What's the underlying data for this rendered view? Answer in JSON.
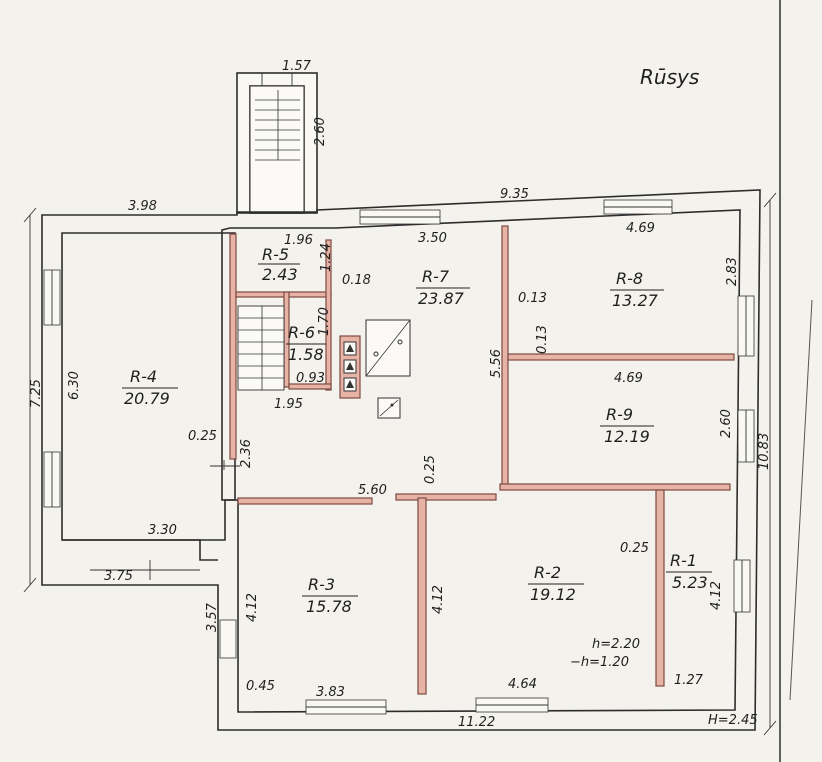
{
  "plan": {
    "title": "Rūsys",
    "height_note": "H=2.45",
    "room_heights": [
      "h=2.20",
      "−h=1.20"
    ],
    "rooms": [
      {
        "id": "R-1",
        "name": "R-1",
        "area": "5.23"
      },
      {
        "id": "R-2",
        "name": "R-2",
        "area": "19.12"
      },
      {
        "id": "R-3",
        "name": "R-3",
        "area": "15.78"
      },
      {
        "id": "R-4",
        "name": "R-4",
        "area": "20.79"
      },
      {
        "id": "R-5",
        "name": "R-5",
        "area": "2.43"
      },
      {
        "id": "R-6",
        "name": "R-6",
        "area": "1.58"
      },
      {
        "id": "R-7",
        "name": "R-7",
        "area": "23.87"
      },
      {
        "id": "R-8",
        "name": "R-8",
        "area": "13.27"
      },
      {
        "id": "R-9",
        "name": "R-9",
        "area": "12.19"
      }
    ],
    "dimensions": {
      "stair_width": "1.57",
      "stair_length": "2.60",
      "left_top": "3.98",
      "top_total": "9.35",
      "r5_width": "1.96",
      "r7_top": "3.50",
      "r8_top": "4.69",
      "r8_right": "2.83",
      "r5_height": "1.24",
      "wall_018": "0.18",
      "r6_height": "1.70",
      "wall_013a": "0.13",
      "wall_013b": "0.13",
      "r7_height": "5.56",
      "r6_width": "0.93",
      "r4_outer": "7.25",
      "r4_inner": "6.30",
      "r9_top": "4.69",
      "r9_right": "2.60",
      "right_total": "10.83",
      "wall_025a": "0.25",
      "r7_left": "2.36",
      "r6_bottom": "1.95",
      "mid_width": "5.60",
      "wall_025b": "0.25",
      "r4_bottom_inner": "3.30",
      "r4_bottom_outer": "3.75",
      "wall_025c": "0.25",
      "r3_outer": "3.57",
      "r3_height": "4.12",
      "r2_left": "4.12",
      "r1_height": "4.12",
      "wall_045": "0.45",
      "r3_bottom": "3.83",
      "r2_bottom": "4.64",
      "r1_bottom": "1.27",
      "bottom_total": "11.22"
    }
  }
}
